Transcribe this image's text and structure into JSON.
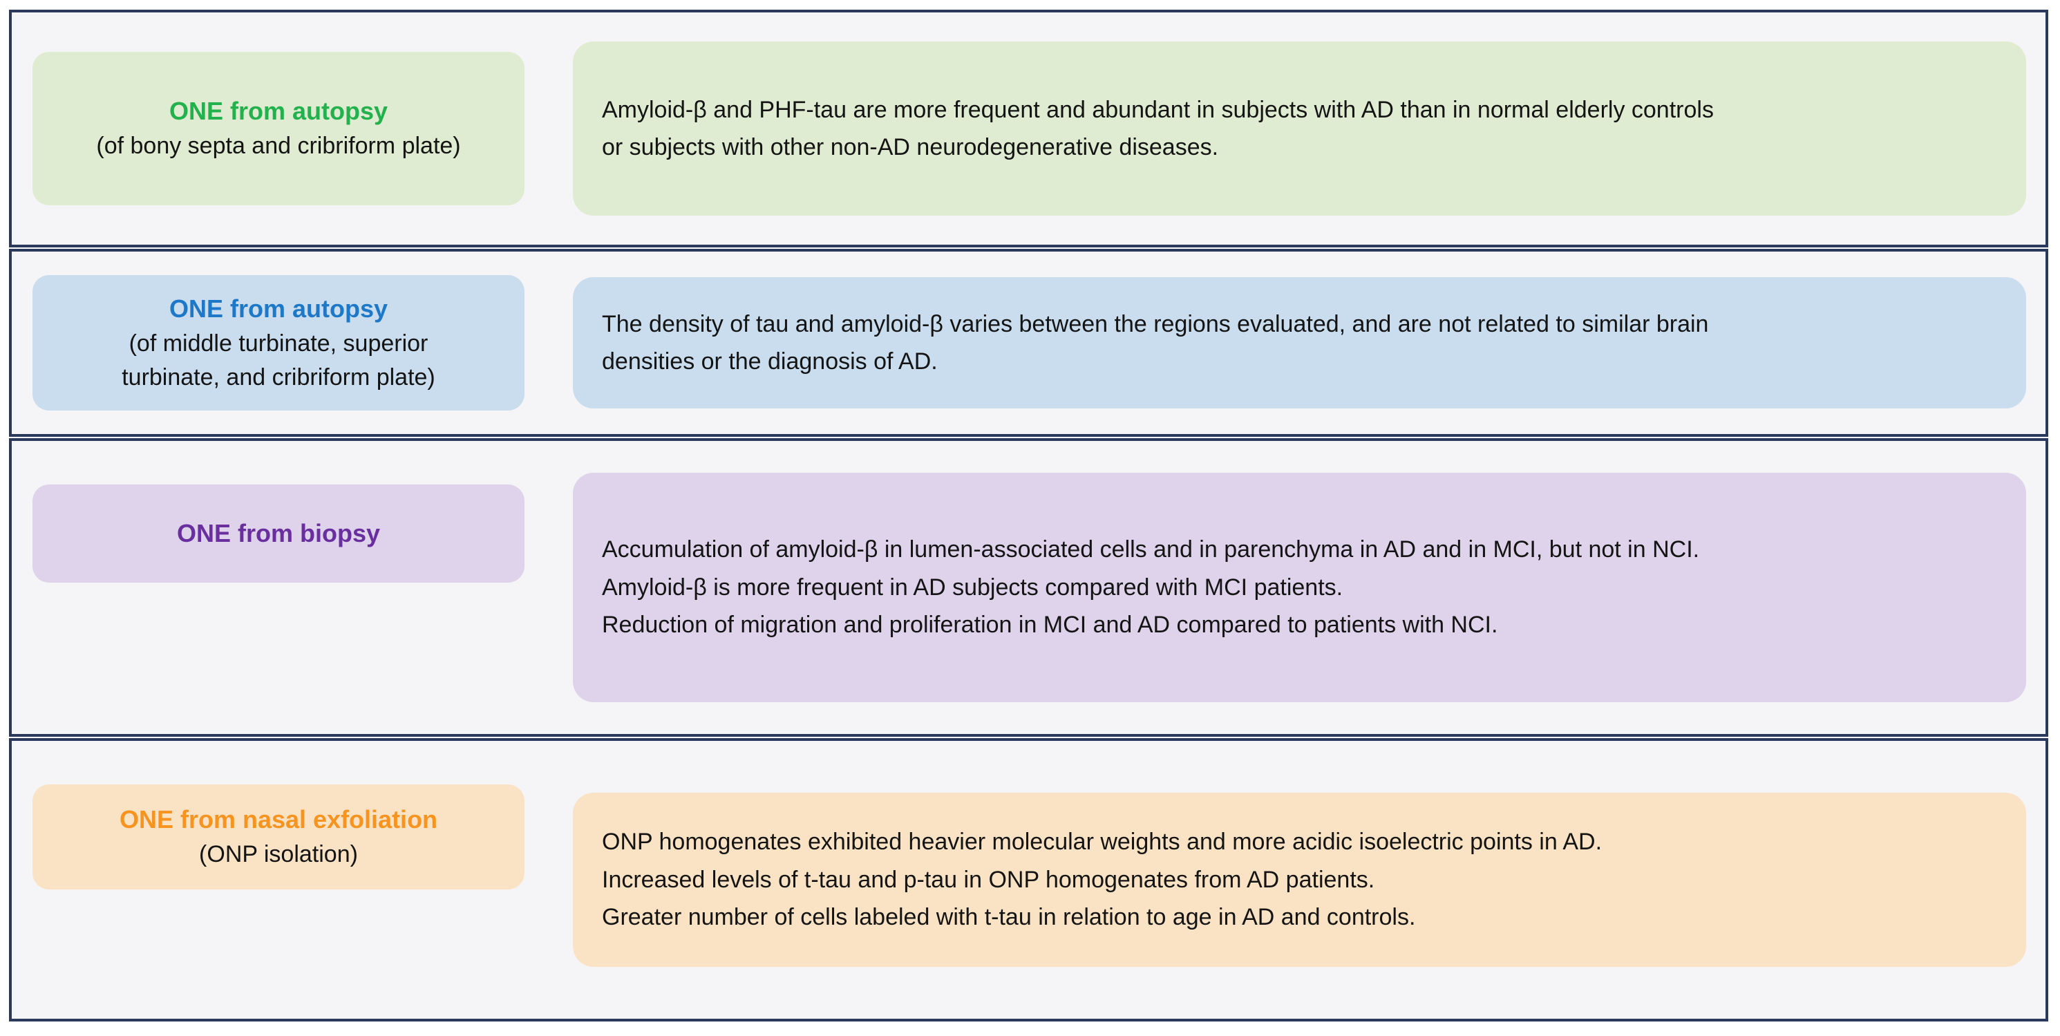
{
  "figure": {
    "type": "olfactory-neuroepithelium-findings-summary",
    "border_color": "#2b3a5c",
    "row_background": "#f5f4f6",
    "body_text_color": "#141414"
  },
  "rows": [
    {
      "name": "autopsy-bony-septa",
      "accent_color": "#22b14c",
      "box_color": "#dfecd1",
      "label": {
        "title": "ONE from autopsy",
        "subtitle": "(of bony septa and cribriform plate)"
      },
      "findings": [
        "Amyloid-β and PHF-tau are more frequent and abundant in subjects with AD than in normal elderly controls",
        "or subjects with other non-AD neurodegenerative diseases."
      ]
    },
    {
      "name": "autopsy-turbinates",
      "accent_color": "#1e78c8",
      "box_color": "#c9ddee",
      "label": {
        "title": "ONE from autopsy",
        "subtitle": "(of middle turbinate, superior turbinate, and cribriform plate)"
      },
      "findings": [
        "The density of tau and amyloid-β varies between the regions evaluated, and are not related to similar brain",
        "densities or the diagnosis of AD."
      ]
    },
    {
      "name": "biopsy",
      "accent_color": "#6a2f9f",
      "box_color": "#ded3ea",
      "label": {
        "title": "ONE from biopsy",
        "subtitle": ""
      },
      "findings": [
        "Accumulation of amyloid-β in lumen-associated cells and in parenchyma  in AD  and in MCI, but not in NCI.",
        "Amyloid-β is more frequent in AD subjects compared with MCI patients.",
        "Reduction of migration and proliferation in MCI and AD compared to patients with NCI."
      ]
    },
    {
      "name": "nasal-exfoliation",
      "accent_color": "#f79420",
      "box_color": "#fae3c4",
      "label": {
        "title": "ONE from nasal exfoliation",
        "subtitle": "(ONP isolation)"
      },
      "findings": [
        "ONP homogenates exhibited heavier molecular weights and more acidic isoelectric points in AD.",
        "Increased levels of t-tau and p-tau in ONP homogenates from AD patients.",
        "Greater number of cells labeled with t-tau in relation to age in AD and controls."
      ]
    }
  ]
}
